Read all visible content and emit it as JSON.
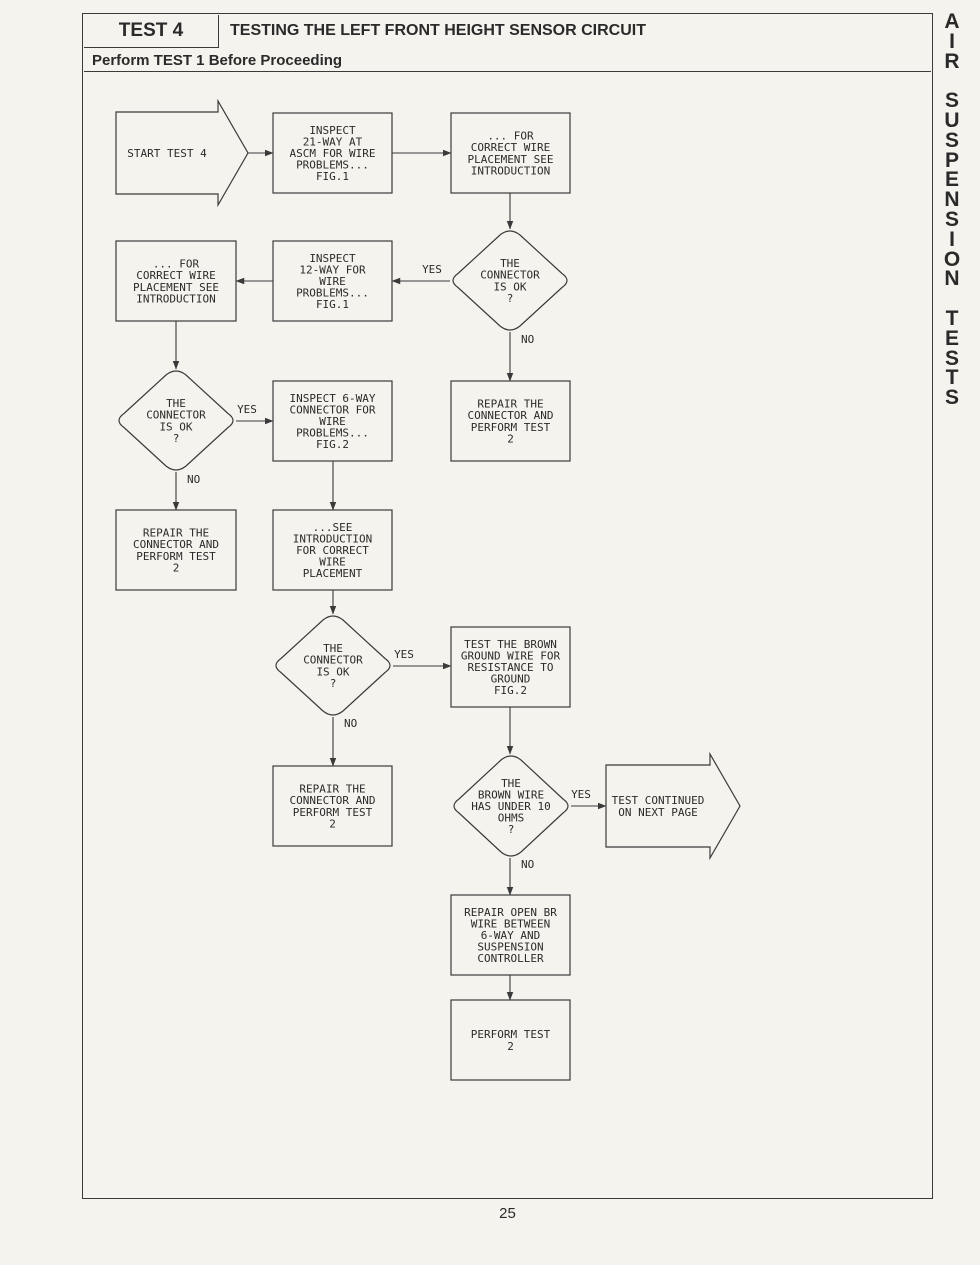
{
  "header": {
    "test_label": "TEST 4",
    "title": "TESTING THE LEFT FRONT HEIGHT SENSOR CIRCUIT",
    "prerequisite": "Perform TEST 1 Before Proceeding"
  },
  "side_title": [
    "A",
    "I",
    "R",
    "",
    "S",
    "U",
    "S",
    "P",
    "E",
    "N",
    "S",
    "I",
    "O",
    "N",
    "",
    "T",
    "E",
    "S",
    "T",
    "S"
  ],
  "page_number": "25",
  "flowchart": {
    "nodes": [
      {
        "id": "start",
        "shape": "arrow",
        "lines": [
          "START TEST 4"
        ]
      },
      {
        "id": "inspect21",
        "shape": "box",
        "lines": [
          "INSPECT",
          "21-WAY AT",
          "ASCM FOR WIRE",
          "PROBLEMS...",
          "FIG.1"
        ]
      },
      {
        "id": "intro1",
        "shape": "box",
        "lines": [
          "... FOR",
          "CORRECT WIRE",
          "PLACEMENT SEE",
          "INTRODUCTION"
        ]
      },
      {
        "id": "decision1",
        "shape": "diamond",
        "lines": [
          "THE",
          "CONNECTOR",
          "IS OK",
          "?"
        ]
      },
      {
        "id": "inspect12",
        "shape": "box",
        "lines": [
          "INSPECT",
          "12-WAY FOR",
          "WIRE",
          "PROBLEMS...",
          "FIG.1"
        ]
      },
      {
        "id": "intro2",
        "shape": "box",
        "lines": [
          "... FOR",
          "CORRECT WIRE",
          "PLACEMENT SEE",
          "INTRODUCTION"
        ]
      },
      {
        "id": "repair1",
        "shape": "box",
        "lines": [
          "REPAIR THE",
          "CONNECTOR AND",
          "PERFORM TEST",
          "2"
        ]
      },
      {
        "id": "decision2",
        "shape": "diamond",
        "lines": [
          "THE",
          "CONNECTOR",
          "IS OK",
          "?"
        ]
      },
      {
        "id": "inspect6",
        "shape": "box",
        "lines": [
          "INSPECT 6-WAY",
          "CONNECTOR FOR",
          "WIRE",
          "PROBLEMS...",
          "FIG.2"
        ]
      },
      {
        "id": "repair2",
        "shape": "box",
        "lines": [
          "REPAIR THE",
          "CONNECTOR AND",
          "PERFORM TEST",
          "2"
        ]
      },
      {
        "id": "intro3",
        "shape": "box",
        "lines": [
          "...SEE",
          "INTRODUCTION",
          "FOR CORRECT",
          "WIRE",
          "PLACEMENT"
        ]
      },
      {
        "id": "decision3",
        "shape": "diamond",
        "lines": [
          "THE",
          "CONNECTOR",
          "IS OK",
          "?"
        ]
      },
      {
        "id": "testbrown",
        "shape": "box",
        "lines": [
          "TEST THE BROWN",
          "GROUND WIRE FOR",
          "RESISTANCE TO",
          "GROUND",
          "FIG.2"
        ]
      },
      {
        "id": "repair3",
        "shape": "box",
        "lines": [
          "REPAIR THE",
          "CONNECTOR AND",
          "PERFORM TEST",
          "2"
        ]
      },
      {
        "id": "decision4",
        "shape": "diamond",
        "lines": [
          "THE",
          "BROWN WIRE",
          "HAS UNDER 10",
          "OHMS",
          "?"
        ]
      },
      {
        "id": "continued",
        "shape": "arrow",
        "lines": [
          "TEST CONTINUED",
          "ON NEXT PAGE"
        ]
      },
      {
        "id": "repairbr",
        "shape": "box",
        "lines": [
          "REPAIR OPEN BR",
          "WIRE BETWEEN",
          "6-WAY AND",
          "SUSPENSION",
          "CONTROLLER"
        ]
      },
      {
        "id": "perform2",
        "shape": "box",
        "lines": [
          "PERFORM TEST",
          "2"
        ]
      }
    ],
    "edges": [
      {
        "from": "start",
        "to": "inspect21",
        "label": ""
      },
      {
        "from": "inspect21",
        "to": "intro1",
        "label": ""
      },
      {
        "from": "intro1",
        "to": "decision1",
        "label": ""
      },
      {
        "from": "decision1",
        "to": "inspect12",
        "label": "YES"
      },
      {
        "from": "decision1",
        "to": "repair1",
        "label": "NO"
      },
      {
        "from": "inspect12",
        "to": "intro2",
        "label": ""
      },
      {
        "from": "intro2",
        "to": "decision2",
        "label": ""
      },
      {
        "from": "decision2",
        "to": "inspect6",
        "label": "YES"
      },
      {
        "from": "decision2",
        "to": "repair2",
        "label": "NO"
      },
      {
        "from": "inspect6",
        "to": "intro3",
        "label": ""
      },
      {
        "from": "intro3",
        "to": "decision3",
        "label": ""
      },
      {
        "from": "decision3",
        "to": "testbrown",
        "label": "YES"
      },
      {
        "from": "decision3",
        "to": "repair3",
        "label": "NO"
      },
      {
        "from": "testbrown",
        "to": "decision4",
        "label": ""
      },
      {
        "from": "decision4",
        "to": "continued",
        "label": "YES"
      },
      {
        "from": "decision4",
        "to": "repairbr",
        "label": "NO"
      },
      {
        "from": "repairbr",
        "to": "perform2",
        "label": ""
      }
    ]
  }
}
